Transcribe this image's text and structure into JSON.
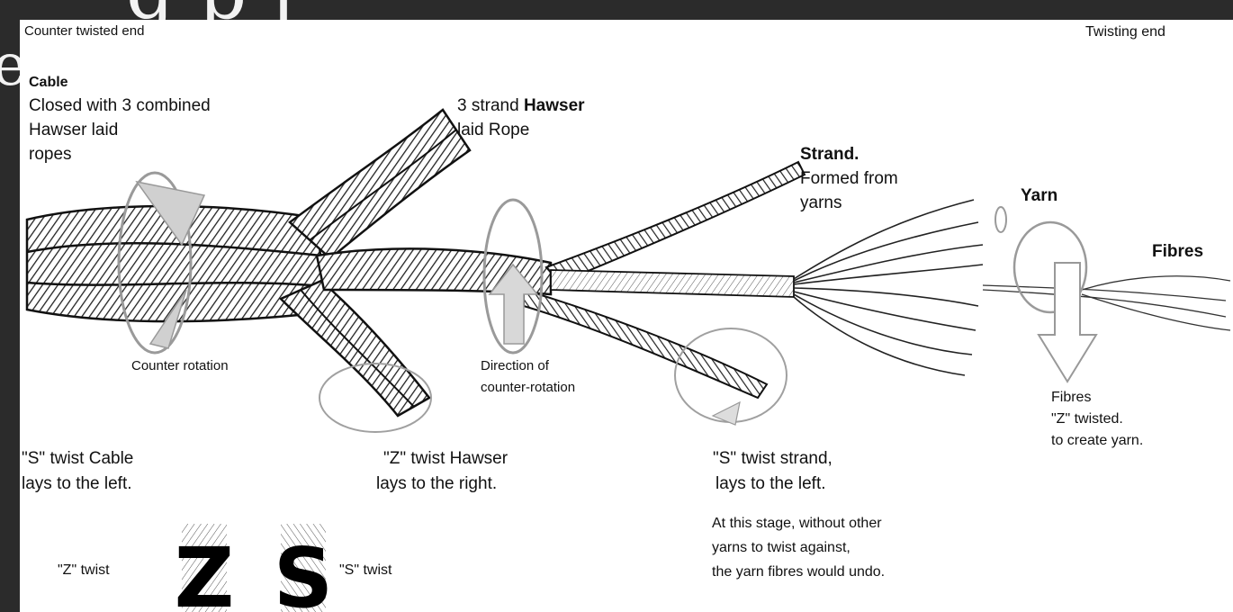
{
  "header": {
    "title_fragment": "g                                       p j",
    "left_letter": "e"
  },
  "ends": {
    "counter_twisted": "Counter twisted end",
    "twisting": "Twisting end"
  },
  "cable": {
    "title": "Cable",
    "line1": "Closed with 3 combined",
    "line2": "Hawser laid",
    "line3": "ropes"
  },
  "hawser": {
    "line1_prefix": "3 strand ",
    "line1_bold": "Hawser",
    "line2": "laid Rope"
  },
  "strand": {
    "title": "Strand.",
    "line1": "Formed from",
    "line2": "yarns"
  },
  "yarn": {
    "title": "Yarn"
  },
  "fibres": {
    "title": "Fibres"
  },
  "rotation": {
    "counter": "Counter rotation",
    "direction_line1": "Direction of",
    "direction_line2": "counter-rotation"
  },
  "captions": {
    "cable_line1": "\"S\" twist Cable",
    "cable_line2": "lays to the left.",
    "hawser_line1": "\"Z\" twist Hawser",
    "hawser_line2": "lays to the right.",
    "strand_line1": "\"S\" twist strand,",
    "strand_line2": "lays to the left.",
    "fibres_line1": "Fibres",
    "fibres_line2": "\"Z\" twisted.",
    "fibres_line3": "to create yarn.",
    "note_line1": "At this stage, without other",
    "note_line2": "yarns to twist against,",
    "note_line3": "the yarn fibres would undo."
  },
  "legend": {
    "z_label": "\"Z\" twist",
    "s_label": "\"S\" twist",
    "z_letter": "Z",
    "s_letter": "S"
  }
}
